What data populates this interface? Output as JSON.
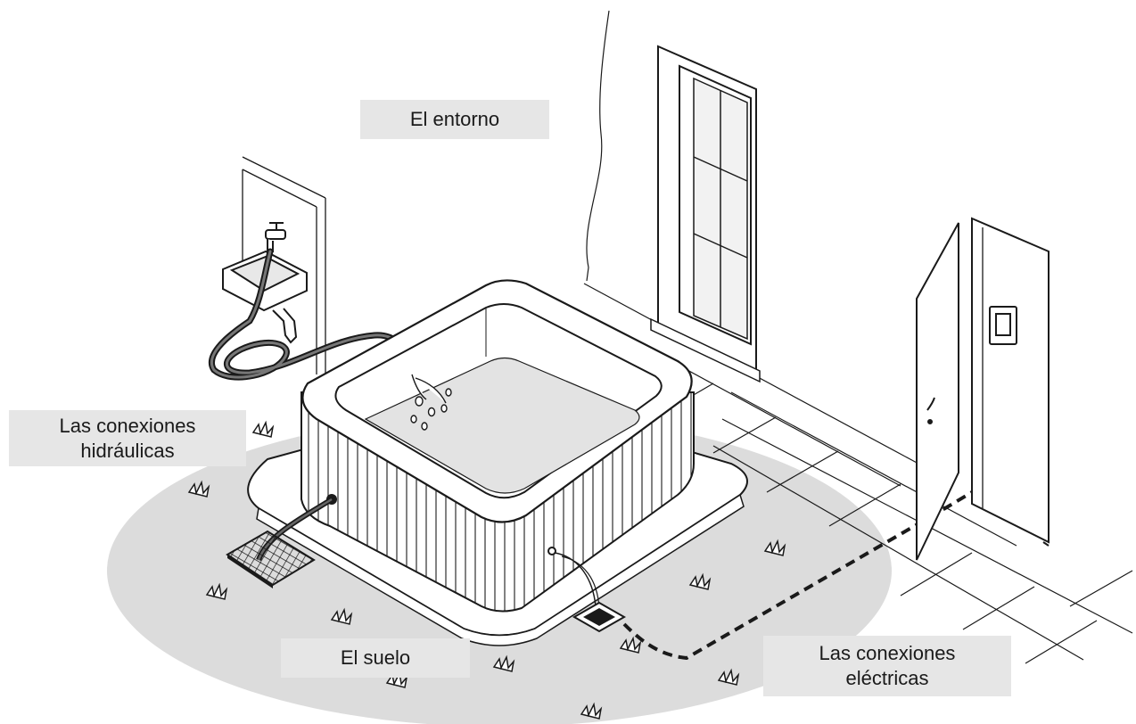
{
  "labels": {
    "environment": "El entorno",
    "hydraulic_line1": "Las conexiones",
    "hydraulic_line2": "hidráulicas",
    "ground": "El suelo",
    "electric_line1": "Las conexiones",
    "electric_line2": "eléctricas"
  },
  "colors": {
    "ground_shade": "#dcdcdc",
    "water": "#e3e3e3",
    "label_bg": "#e6e6e6",
    "line": "#1a1a1a",
    "cable": "#1a1a1a",
    "hose": "#555555"
  },
  "icons": [
    "hot-tub-icon",
    "faucet-icon",
    "sink-icon",
    "door-icon",
    "electrical-box-icon",
    "window-icon",
    "drain-grate-icon",
    "grass-tuft-icon",
    "hose-icon"
  ]
}
